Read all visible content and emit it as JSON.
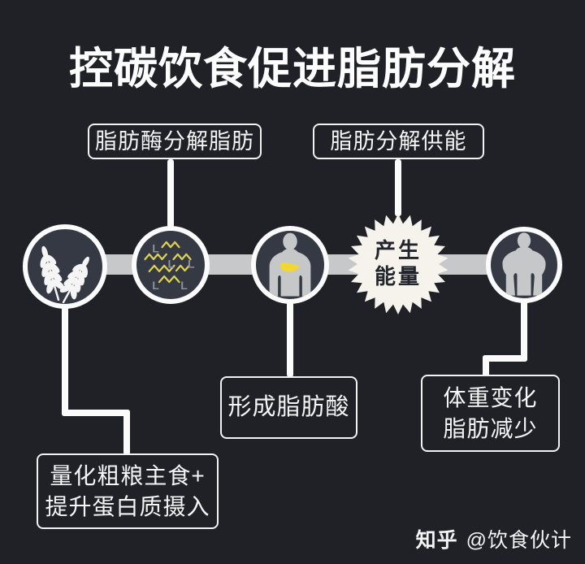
{
  "title": "控碳饮食促进脂肪分解",
  "top_labels": {
    "lipase_box": "脂肪酶分解脂肪",
    "energy_supply_box": "脂肪分解供能"
  },
  "bottom_labels": {
    "fatty_acid_box": "形成脂肪酸",
    "weight_box": {
      "line1": "体重变化",
      "line2": "脂肪减少"
    },
    "diet_box": {
      "line1": "量化粗粮主食+",
      "line2": "提升蛋白质摄入"
    }
  },
  "energy_burst": {
    "line1": "产生",
    "line2": "能量"
  },
  "icons": {
    "step1": "wheat-ears-icon",
    "step2": "fat-molecules-icon",
    "step3": "body-with-liver-icon",
    "step4": "muscular-body-icon",
    "molecule_letter": "L"
  },
  "watermark": {
    "brand": "知乎",
    "handle": "@饮食伙计"
  },
  "colors": {
    "background": "#1f2127",
    "circle_fill": "#343944",
    "band_gray": "#c7c8ca",
    "connector_white": "#fbfbfb",
    "burst_fill": "#f5f3ec",
    "burst_text": "#22252b",
    "liver_yellow": "#f0d735",
    "zigzag_yellow": "#d9d055",
    "letter_gray": "#8b9099",
    "body_gray": "#c6c7c9"
  }
}
